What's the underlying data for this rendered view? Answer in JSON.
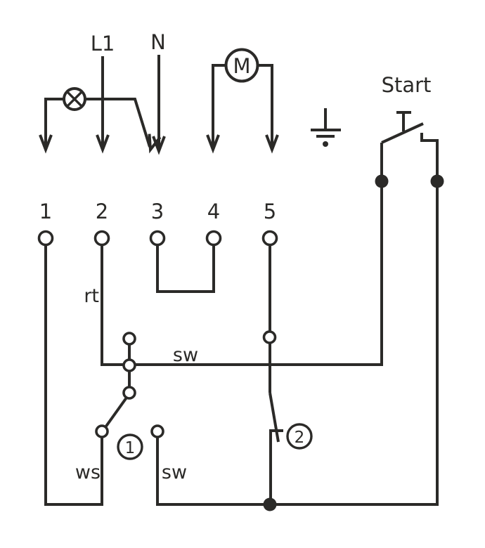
{
  "diagram_title": "motor-switch-wiring-connection-diagram",
  "colors": {
    "background": "#ffffff",
    "stroke": "#2b2a28"
  },
  "supply": {
    "line_label": "L1",
    "neutral_label": "N"
  },
  "motor": {
    "label": "M"
  },
  "start_button": {
    "label": "Start"
  },
  "terminals": [
    "1",
    "2",
    "3",
    "4",
    "5"
  ],
  "wire_labels": {
    "rt": "rt",
    "sw_mid": "sw",
    "ws": "ws",
    "sw_bottom": "sw"
  },
  "switches": {
    "switch1_label": "1",
    "switch2_label": "2"
  }
}
